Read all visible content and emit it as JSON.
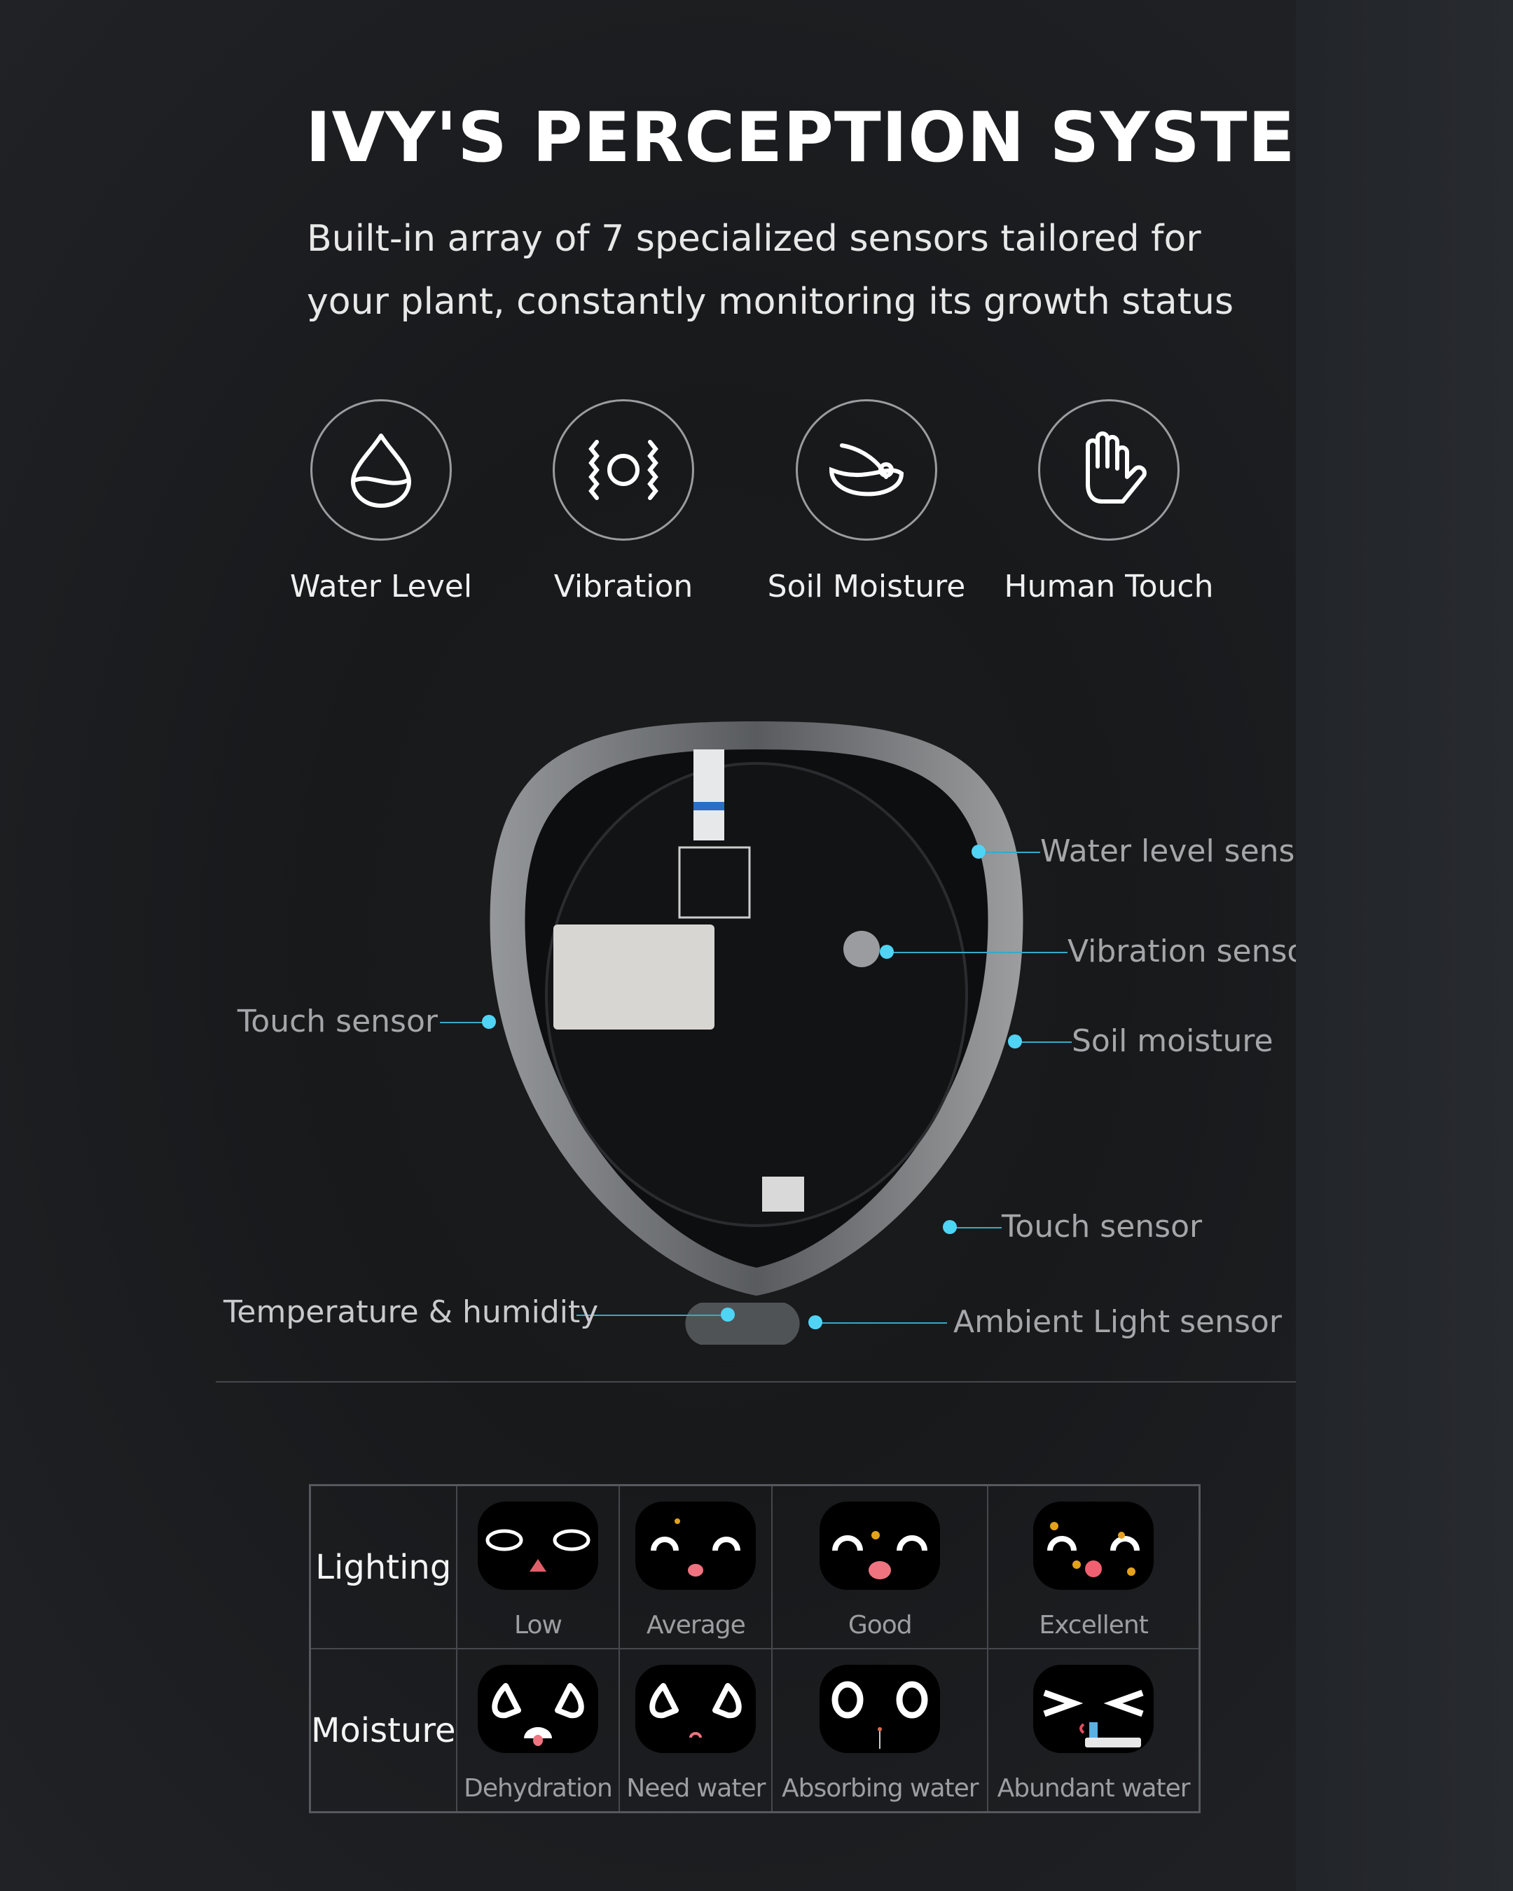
{
  "header": {
    "title": "IVY'S PERCEPTION SYSTEM",
    "subtitle_line1": "Built-in array of 7 specialized sensors tailored for",
    "subtitle_line2": "your plant, constantly monitoring its growth status"
  },
  "sensors": [
    {
      "label": "Water Level",
      "icon": "water-drop-icon"
    },
    {
      "label": "Vibration",
      "icon": "vibration-icon"
    },
    {
      "label": "Soil Moisture",
      "icon": "soil-moisture-icon"
    },
    {
      "label": "Human Touch",
      "icon": "hand-icon"
    }
  ],
  "device": {
    "callouts": {
      "water_level": "Water level sensor",
      "vibration": "Vibration sensor",
      "soil_moisture": "Soil moisture",
      "touch_right": "Touch sensor",
      "ambient_light": "Ambient Light sensor",
      "touch_left": "Touch sensor",
      "temperature": "Temperature & humidity"
    },
    "accent_color": "#4fd4f5"
  },
  "expressions": {
    "lighting": {
      "label": "Lighting",
      "states": [
        "Low",
        "Average",
        "Good",
        "Excellent"
      ]
    },
    "moisture": {
      "label": "Moisture",
      "states": [
        "Dehydration",
        "Need water",
        "Absorbing water",
        "Abundant water"
      ]
    }
  }
}
